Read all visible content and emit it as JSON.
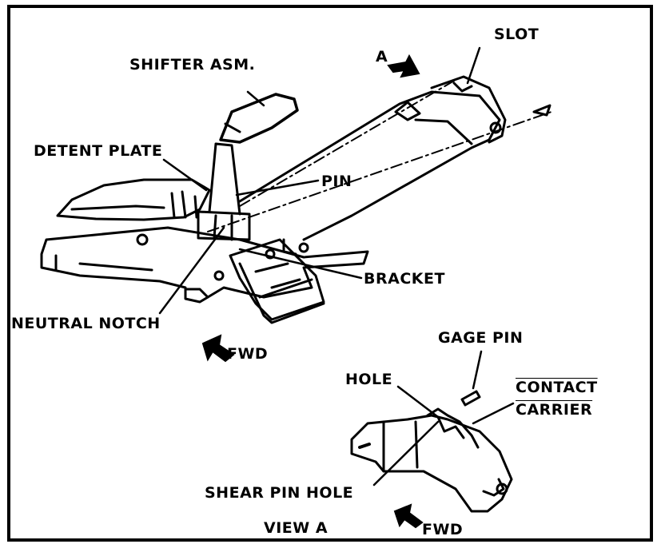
{
  "labels": {
    "slot": "SLOT",
    "a_marker": "A",
    "shifter_asm": "SHIFTER ASM.",
    "detent_plate": "DETENT PLATE",
    "pin": "PIN",
    "bracket": "BRACKET",
    "neutral_notch": "NEUTRAL NOTCH",
    "fwd_main": "FWD",
    "gage_pin": "GAGE PIN",
    "hole": "HOLE",
    "contact": "CONTACT",
    "carrier": "CARRIER",
    "shear_pin_hole": "SHEAR PIN HOLE",
    "view_a": "VIEW A",
    "fwd_view": "FWD"
  },
  "colors": {
    "ink": "#000000",
    "paper": "#ffffff"
  }
}
